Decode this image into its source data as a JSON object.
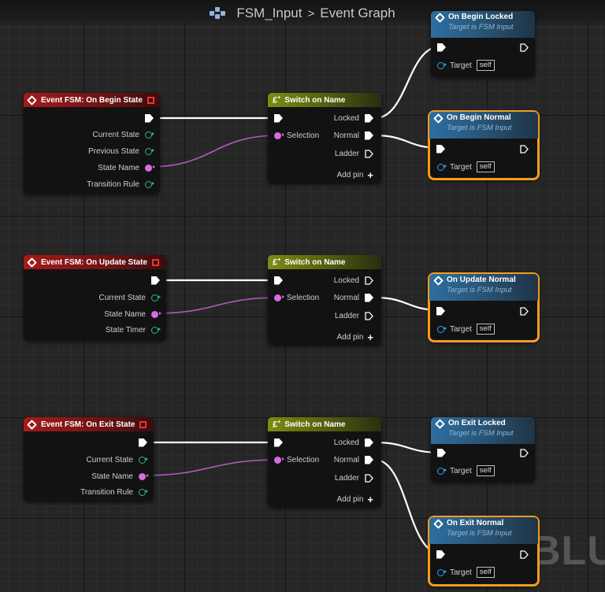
{
  "breadcrumb": {
    "graph_name": "FSM_Input",
    "separator": ">",
    "section": "Event Graph"
  },
  "watermark": "BLU",
  "colors": {
    "event_header": "#a51b1b",
    "switch_header": "#7c8c12",
    "function_header": "#2e6ea0",
    "selection_outline": "#f39c1f",
    "name_pin": "#d86ce0",
    "struct_pin": "#2fb4a0",
    "object_pin": "#2fa2e8",
    "exec_wire": "#ffffff"
  },
  "events": [
    {
      "title": "Event FSM: On Begin State",
      "pins": [
        "Current State",
        "Previous State",
        "State Name",
        "Transition Rule"
      ]
    },
    {
      "title": "Event FSM: On Update State",
      "pins": [
        "Current State",
        "State Name",
        "State Timer"
      ]
    },
    {
      "title": "Event FSM: On Exit State",
      "pins": [
        "Current State",
        "State Name",
        "Transition Rule"
      ]
    }
  ],
  "switch": {
    "title": "Switch on Name",
    "selection": "Selection",
    "outputs": [
      "Locked",
      "Normal",
      "Ladder"
    ],
    "add_pin": "Add pin"
  },
  "functions": {
    "subtitle": "Target is FSM Input",
    "target_label": "Target",
    "target_value": "self",
    "nodes": [
      "On Begin Locked",
      "On Begin Normal",
      "On Update Normal",
      "On Exit Locked",
      "On Exit Normal"
    ]
  }
}
